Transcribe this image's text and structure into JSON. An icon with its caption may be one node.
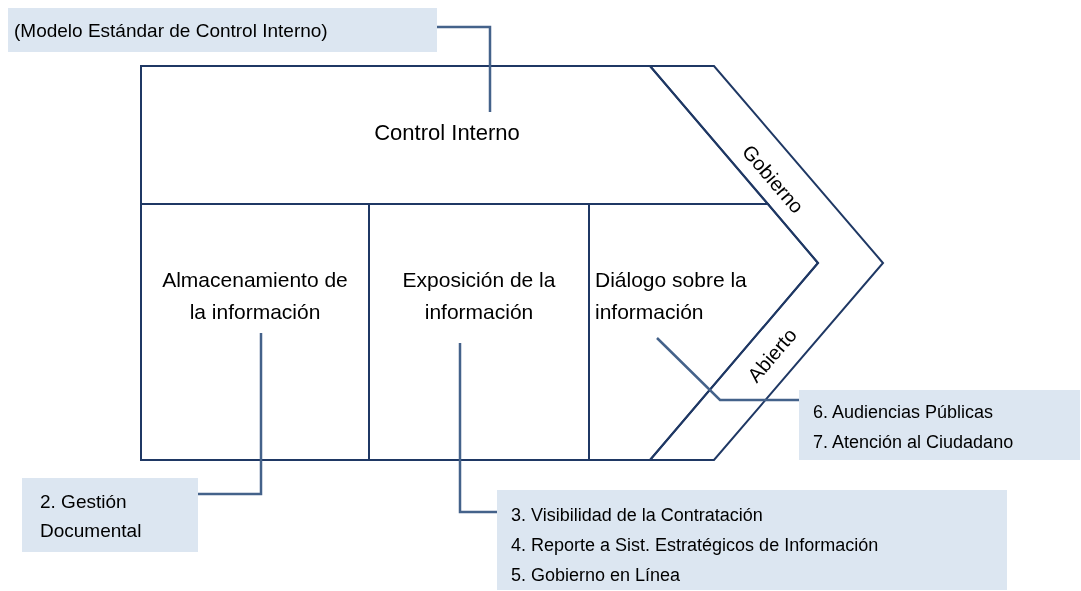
{
  "diagram": {
    "nodes": [
      {
        "text": [
          "Control Interno"
        ]
      },
      {
        "text": [
          "Almacenamiento de la información"
        ]
      },
      {
        "text": [
          "Exposición de la información"
        ]
      },
      {
        "text": [
          "Diálogo sobre la información"
        ]
      },
      {
        "text": [
          "Gobierno",
          "Abierto"
        ]
      },
      {
        "text": [
          "(Modelo Estándar de Control Interno)"
        ]
      },
      {
        "text": [
          "2. Gestión Documental"
        ]
      },
      {
        "text": [
          "3. Visibilidad de la Contratación",
          "4. Reporte a Sist. Estratégicos de Información",
          "5. Gobierno en Línea"
        ]
      },
      {
        "text": [
          "6. Audiencias Públicas",
          "7. Atención al Ciudadano"
        ]
      }
    ],
    "edges": [
      {
        "from": 5,
        "to": 0,
        "arrow": "none"
      },
      {
        "from": 6,
        "to": 1,
        "arrow": "none"
      },
      {
        "from": 7,
        "to": 2,
        "arrow": "none"
      },
      {
        "from": 8,
        "to": 3,
        "arrow": "none"
      }
    ]
  }
}
